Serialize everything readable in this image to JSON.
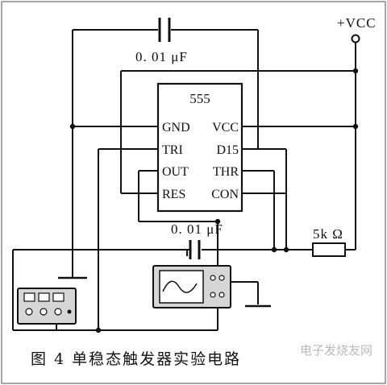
{
  "ic": {
    "label": "555",
    "pins_left": [
      "GND",
      "TRI",
      "OUT",
      "RES"
    ],
    "pins_right": [
      "VCC",
      "D15",
      "THR",
      "CON"
    ]
  },
  "components": {
    "cap_top": "0. 01 μF",
    "cap_mid": "0. 01 μF",
    "resistor": "5k Ω",
    "supply": "+VCC"
  },
  "caption": "图 4   单稳态触发器实验电路",
  "watermark": "电子发烧友网",
  "colors": {
    "ink": "#111111",
    "panel": "#d6d6d6"
  }
}
